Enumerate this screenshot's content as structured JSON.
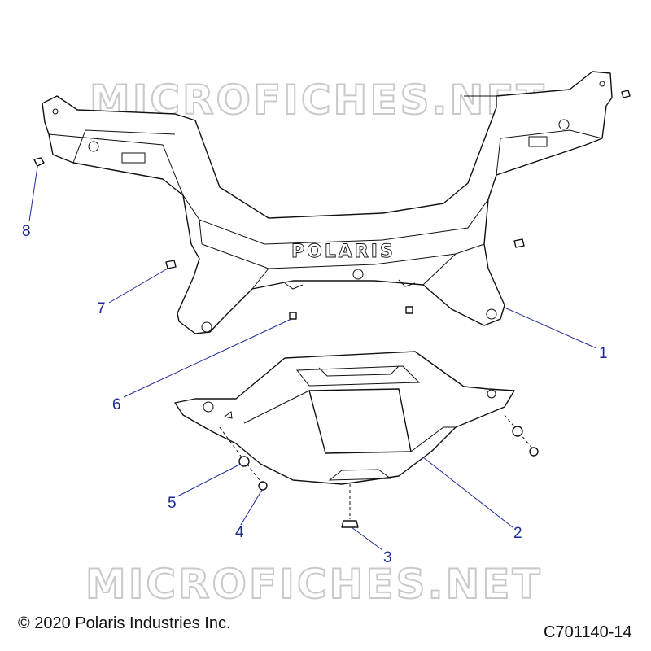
{
  "watermark": {
    "top": "MICROFICHES.NET",
    "bottom": "MICROFICHES.NET"
  },
  "logo_text": "POLARIS",
  "callouts": [
    "1",
    "2",
    "3",
    "4",
    "5",
    "6",
    "7",
    "8"
  ],
  "footer": {
    "copyright": "© 2020 Polaris Industries Inc.",
    "diagram_code": "C701140-14"
  },
  "colors": {
    "callout": "#1b2a9a",
    "line": "#111111",
    "watermark": "#c9c9c9"
  }
}
